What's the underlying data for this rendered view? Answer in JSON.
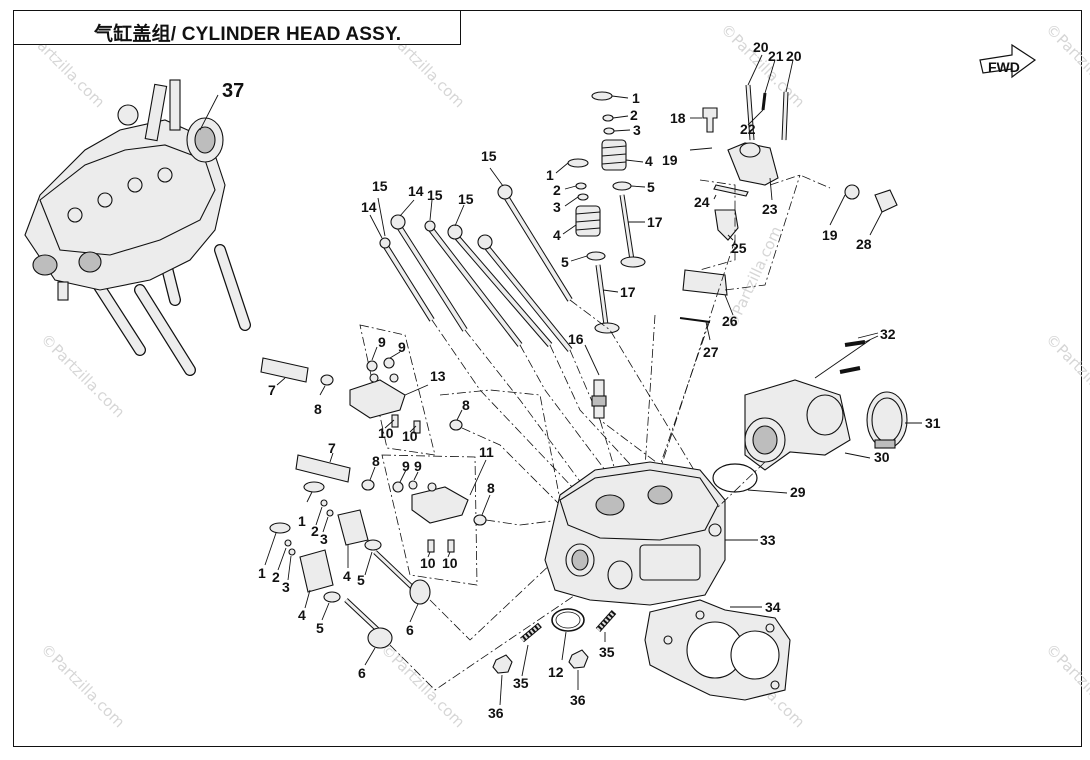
{
  "title": "气缸盖组/ CYLINDER HEAD ASSY.",
  "watermark": "©Partzilla.com",
  "fwd_label": "FWD",
  "labels": {
    "l37": "37",
    "l1a": "1",
    "l2a": "2",
    "l3a": "3",
    "l4a": "4",
    "l5a": "5",
    "l17a": "17",
    "l1b": "1",
    "l2b": "2",
    "l3b": "3",
    "l4b": "4",
    "l5b": "5",
    "l17b": "17",
    "l18": "18",
    "l19a": "19",
    "l20a": "20",
    "l21": "21",
    "l20b": "20",
    "l22": "22",
    "l23": "23",
    "l24": "24",
    "l25": "25",
    "l26": "26",
    "l27": "27",
    "l19b": "19",
    "l28": "28",
    "l15a": "15",
    "l14a": "14",
    "l14b": "14",
    "l15b": "15",
    "l15c": "15",
    "l15d": "15",
    "l16": "16",
    "l7a": "7",
    "l8a": "8",
    "l9a": "9",
    "l9b": "9",
    "l13": "13",
    "l10a": "10",
    "l10b": "10",
    "l8b": "8",
    "l7b": "7",
    "l8c": "8",
    "l9c": "9",
    "l9d": "9",
    "l11": "11",
    "l8d": "8",
    "l10c": "10",
    "l10d": "10",
    "l1c": "1",
    "l2c": "2",
    "l3c": "3",
    "l4c": "4",
    "l5c": "5",
    "l6a": "6",
    "l1d": "1",
    "l2d": "2",
    "l3d": "3",
    "l4d": "4",
    "l5d": "5",
    "l6b": "6",
    "l32": "32",
    "l31": "31",
    "l30": "30",
    "l29": "29",
    "l33": "33",
    "l34": "34",
    "l35a": "35",
    "l35b": "35",
    "l36a": "36",
    "l36b": "36",
    "l12": "12"
  },
  "colors": {
    "line": "#111111",
    "part_fill": "#ececec",
    "shade": "#bdbdbd",
    "watermark": "#d6d6d6"
  }
}
